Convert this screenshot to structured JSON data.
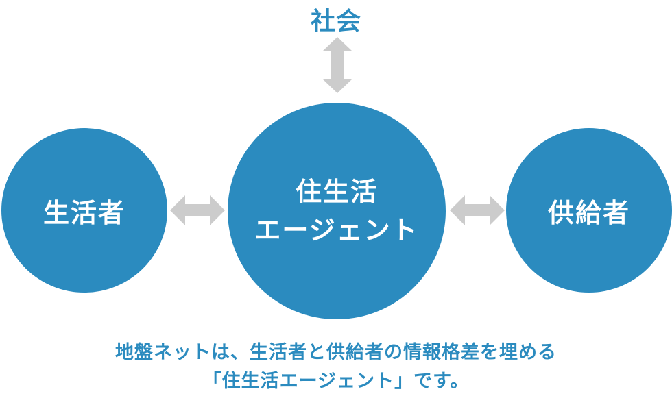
{
  "diagram": {
    "top_node": "社会",
    "left_node": "生活者",
    "center_node": {
      "line1": "住生活",
      "line2": "エージェント"
    },
    "right_node": "供給者"
  },
  "caption": {
    "line1": "地盤ネットは、生活者と供給者の情報格差を埋める",
    "line2": "「住生活エージェント」です。"
  },
  "colors": {
    "accent": "#2b8bbf",
    "arrow": "#cccccc",
    "node_text": "#ffffff"
  },
  "icons": {
    "vertical_arrow": "double-arrow-vertical-icon",
    "horizontal_arrow": "double-arrow-horizontal-icon"
  }
}
